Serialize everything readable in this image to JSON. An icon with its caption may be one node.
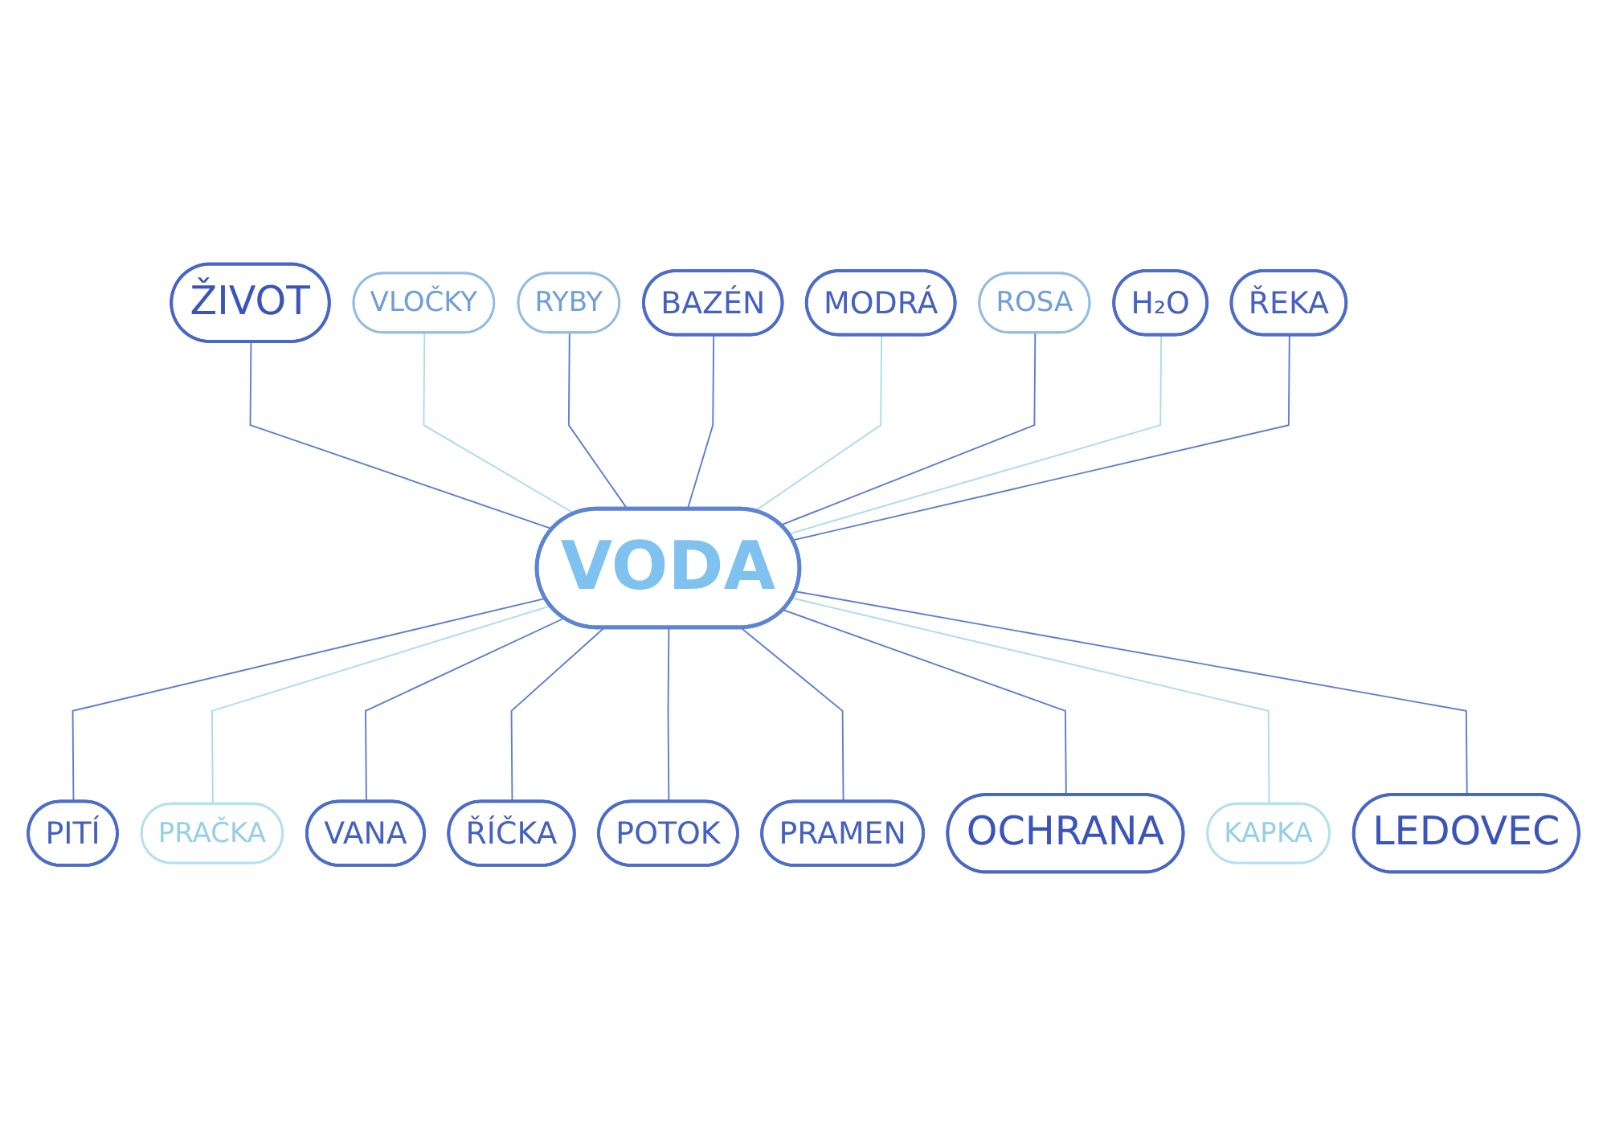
{
  "diagram": {
    "nodes": [
      {
        "text": [
          "VODA"
        ]
      },
      {
        "text": [
          "ŽIVOT"
        ]
      },
      {
        "text": [
          "VLOČKY"
        ]
      },
      {
        "text": [
          "RYBY"
        ]
      },
      {
        "text": [
          "BAZÉN"
        ]
      },
      {
        "text": [
          "MODRÁ"
        ]
      },
      {
        "text": [
          "ROSA"
        ]
      },
      {
        "text": [
          "H₂O"
        ]
      },
      {
        "text": [
          "ŘEKA"
        ]
      },
      {
        "text": [
          "PITÍ"
        ]
      },
      {
        "text": [
          "PRAČKA"
        ]
      },
      {
        "text": [
          "VANA"
        ]
      },
      {
        "text": [
          "ŘÍČKA"
        ]
      },
      {
        "text": [
          "POTOK"
        ]
      },
      {
        "text": [
          "PRAMEN"
        ]
      },
      {
        "text": [
          "OCHRANA"
        ]
      },
      {
        "text": [
          "KAPKA"
        ]
      },
      {
        "text": [
          "LEDOVEC"
        ]
      }
    ],
    "edges": [
      {
        "from": 1,
        "to": 0,
        "arrow": "none"
      },
      {
        "from": 2,
        "to": 0,
        "arrow": "none",
        "color": "#a9dcef"
      },
      {
        "from": 3,
        "to": 0,
        "arrow": "none"
      },
      {
        "from": 4,
        "to": 0,
        "arrow": "none"
      },
      {
        "from": 5,
        "to": 0,
        "arrow": "none",
        "color": "#a9dcef"
      },
      {
        "from": 6,
        "to": 0,
        "arrow": "none"
      },
      {
        "from": 7,
        "to": 0,
        "arrow": "none",
        "color": "#a9dcef"
      },
      {
        "from": 8,
        "to": 0,
        "arrow": "none"
      },
      {
        "from": 0,
        "to": 9,
        "arrow": "none"
      },
      {
        "from": 0,
        "to": 10,
        "arrow": "none",
        "color": "#a9dcef"
      },
      {
        "from": 0,
        "to": 11,
        "arrow": "none"
      },
      {
        "from": 0,
        "to": 12,
        "arrow": "none"
      },
      {
        "from": 0,
        "to": 13,
        "arrow": "none"
      },
      {
        "from": 0,
        "to": 14,
        "arrow": "none"
      },
      {
        "from": 0,
        "to": 15,
        "arrow": "none"
      },
      {
        "from": 0,
        "to": 16,
        "arrow": "none",
        "color": "#a9dcef"
      },
      {
        "from": 0,
        "to": 17,
        "arrow": "none"
      }
    ]
  }
}
